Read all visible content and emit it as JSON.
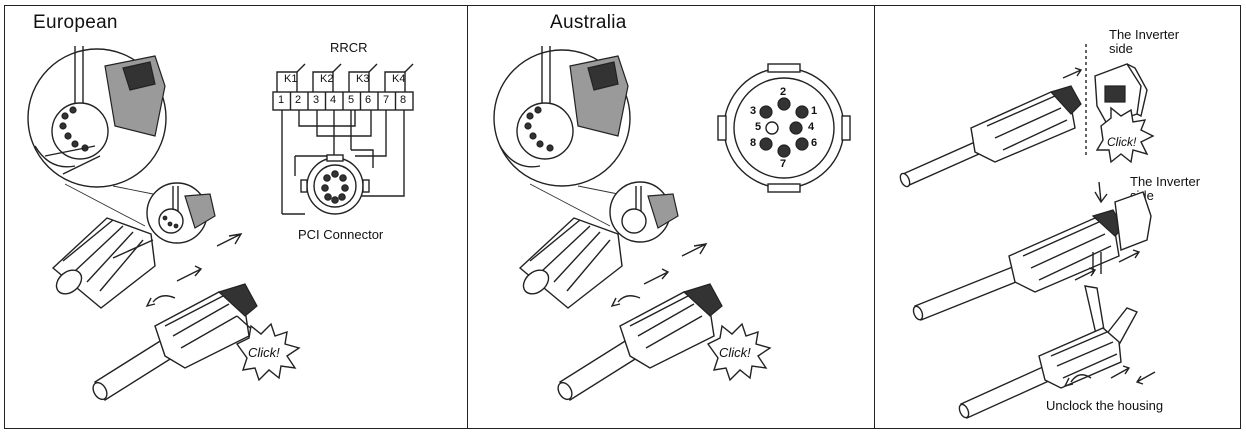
{
  "panels": {
    "european": {
      "title": "European",
      "relay_title": "RRCR",
      "relays": [
        "K1",
        "K2",
        "K3",
        "K4"
      ],
      "terminals": [
        "1",
        "2",
        "3",
        "4",
        "5",
        "6",
        "7",
        "8"
      ],
      "connector_label": "PCI Connector",
      "click": "Click!"
    },
    "australia": {
      "title": "Australia",
      "pin_numbers": [
        "1",
        "2",
        "3",
        "4",
        "5",
        "6",
        "7",
        "8"
      ],
      "click": "Click!"
    },
    "inverter": {
      "side_label_top_line1": "The Inverter",
      "side_label_top_line2": "side",
      "side_label_mid_line1": "The Inverter",
      "side_label_mid_line2": "side",
      "click": "Click!",
      "unlock_label": "Unclock the housing"
    }
  }
}
